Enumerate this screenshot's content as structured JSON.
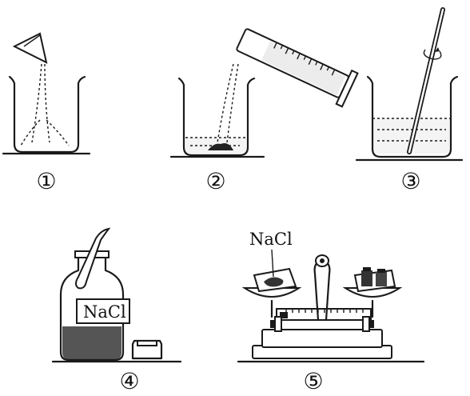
{
  "steps": {
    "s1": "①",
    "s2": "②",
    "s3": "③",
    "s4": "④",
    "s5": "⑤"
  },
  "labels": {
    "bottle": "NaCl",
    "balance": "NaCl"
  }
}
